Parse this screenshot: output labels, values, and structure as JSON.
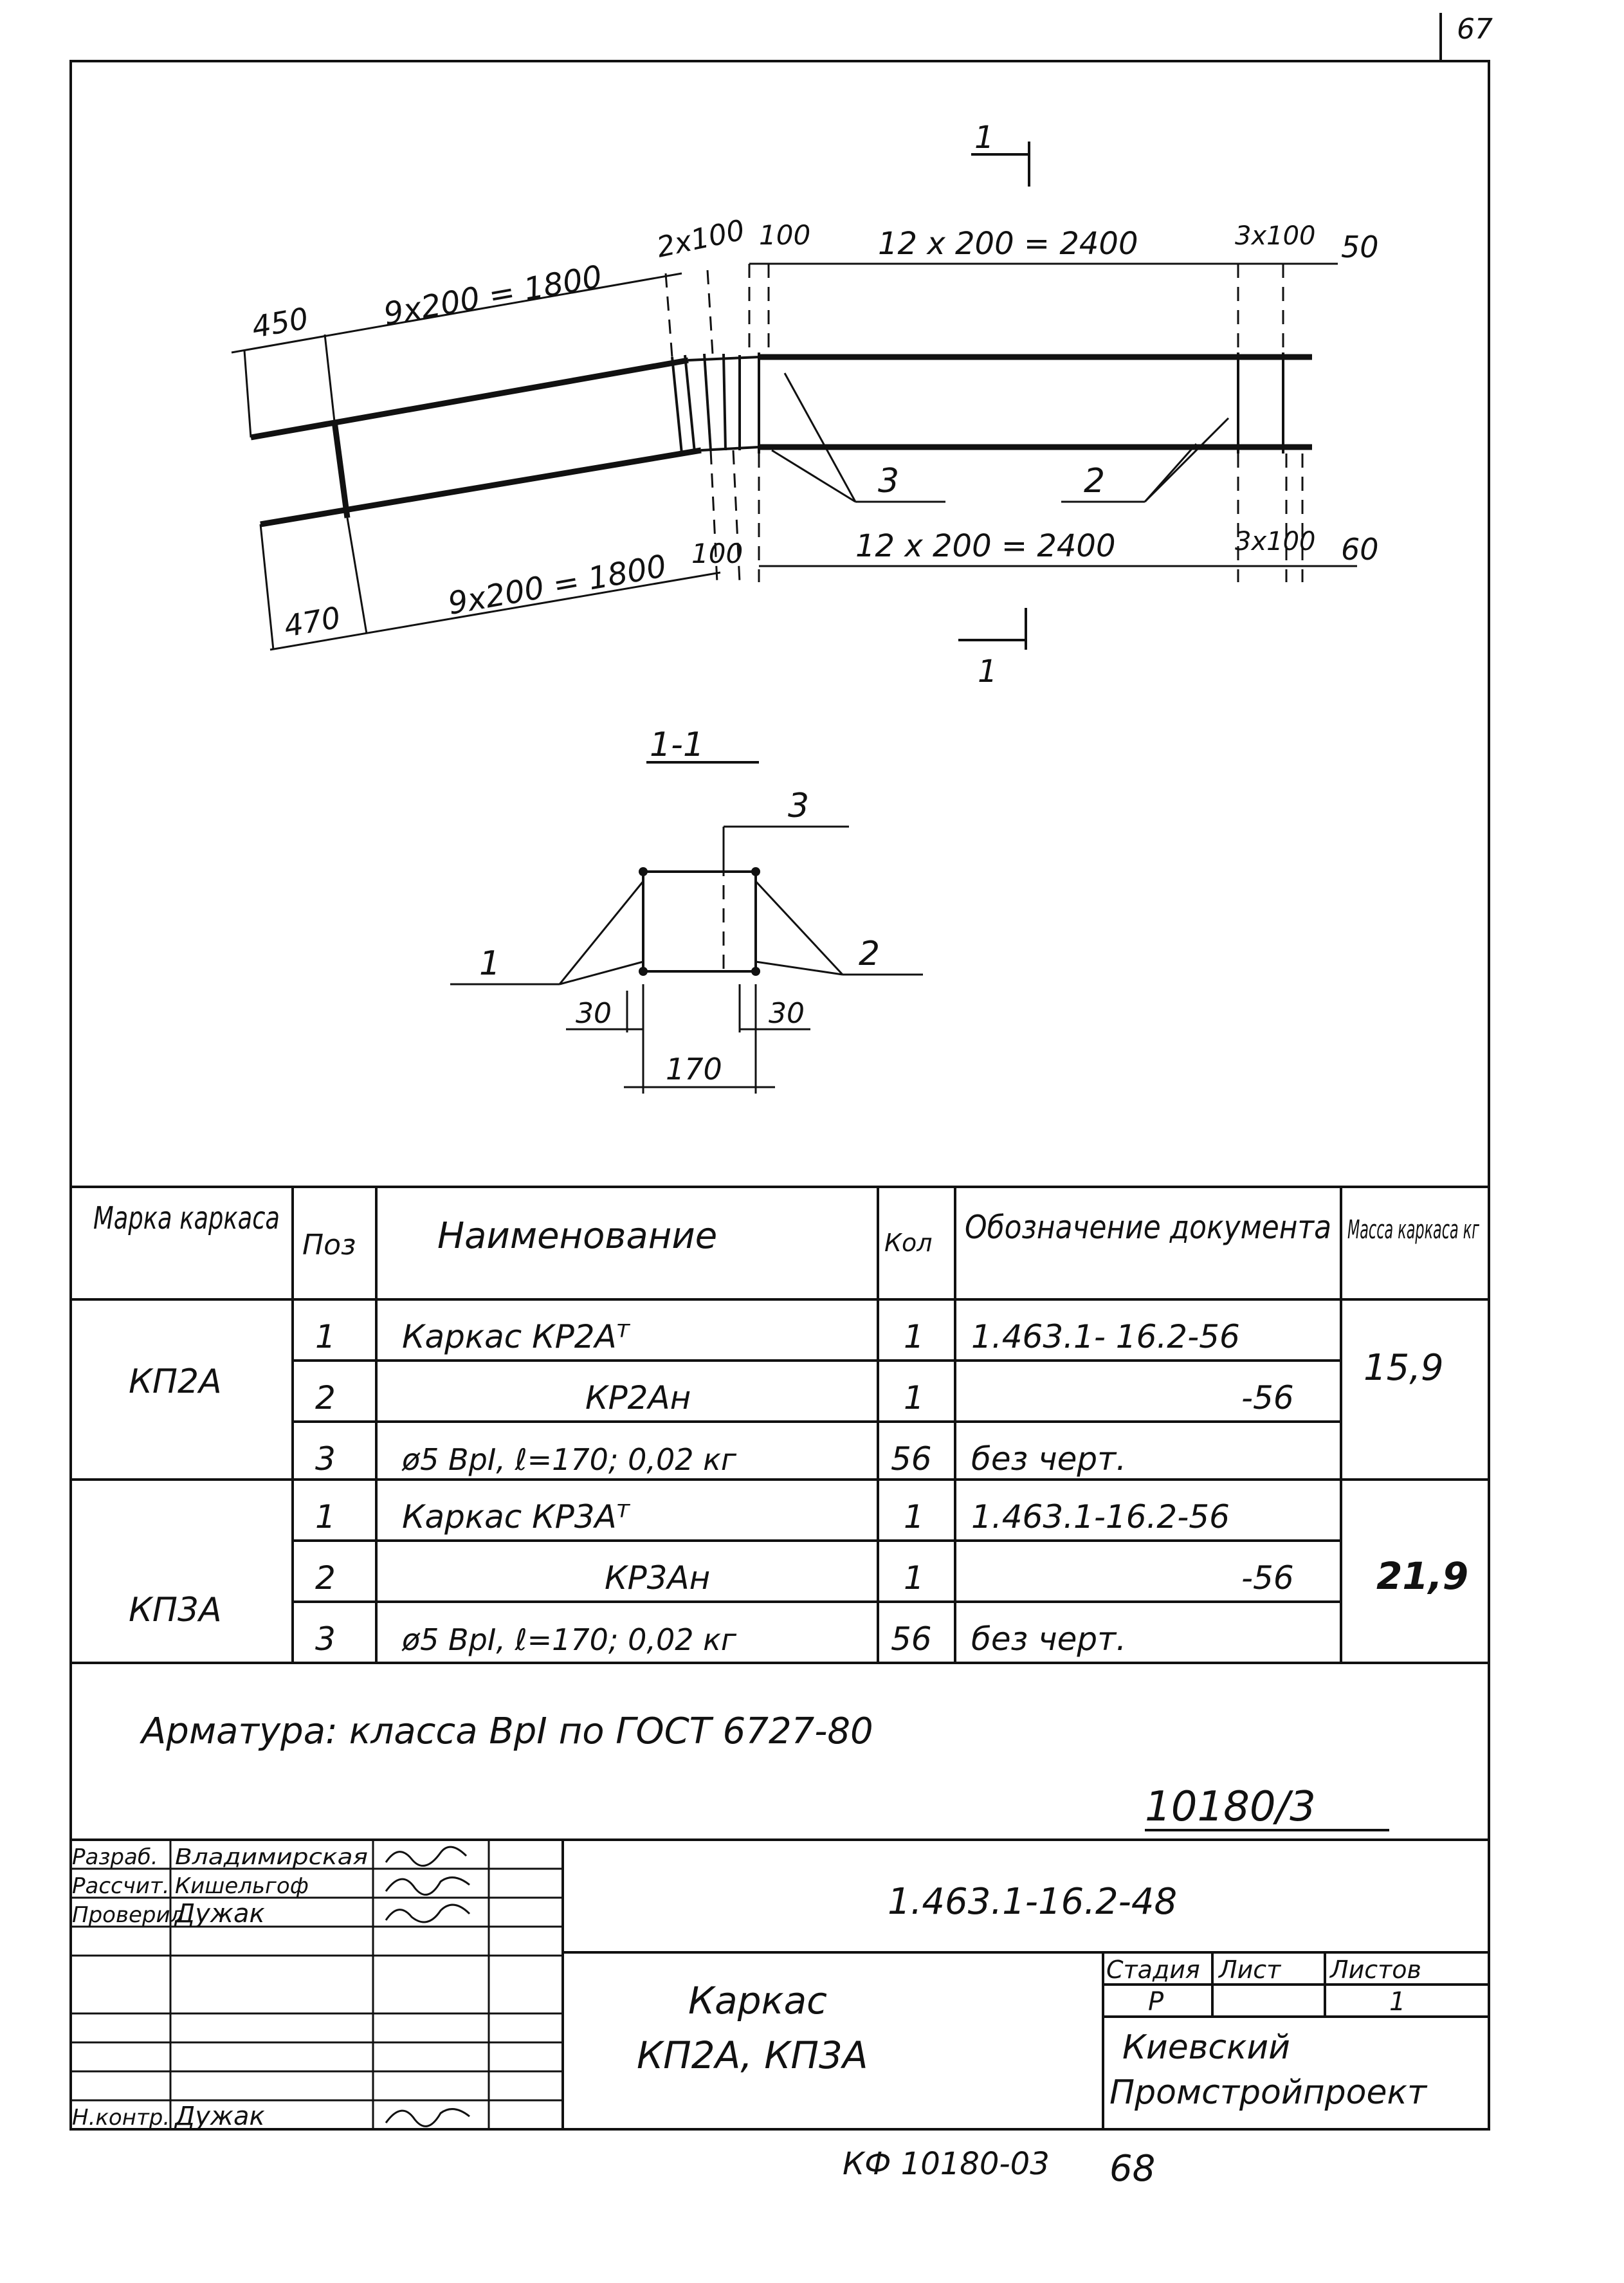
{
  "sheet_corner_number": "67",
  "plan": {
    "section_mark": "1",
    "top_dims": [
      "450",
      "9x200 = 1800",
      "2x100",
      "100",
      "12 x 200 = 2400",
      "3x100",
      "50"
    ],
    "bottom_dims": [
      "470",
      "9x200 = 1800",
      "100",
      "12 x 200 = 2400",
      "3x100",
      "60"
    ],
    "callouts": [
      "3",
      "2"
    ]
  },
  "section": {
    "title": "1-1",
    "callouts": [
      "3",
      "1",
      "2"
    ],
    "dims": [
      "30",
      "30",
      "170"
    ]
  },
  "spec_table": {
    "headers": [
      "Марка каркаса",
      "Поз",
      "Наименование",
      "Кол",
      "Обозначение документа",
      "Масса каркаса кг"
    ],
    "groups": [
      {
        "mark": "КП2А",
        "mass": "15,9",
        "rows": [
          {
            "pos": "1",
            "name": "Каркас КР2Аᵀ",
            "qty": "1",
            "doc": "1.463.1- 16.2-56"
          },
          {
            "pos": "2",
            "name": "КР2Ан",
            "qty": "1",
            "doc": "-56"
          },
          {
            "pos": "3",
            "name": "ø5 ВрI, ℓ=170; 0,02 кг",
            "qty": "56",
            "doc": "без черт."
          }
        ]
      },
      {
        "mark": "КП3А",
        "mass": "21,9",
        "rows": [
          {
            "pos": "1",
            "name": "Каркас КР3Аᵀ",
            "qty": "1",
            "doc": "1.463.1-16.2-56"
          },
          {
            "pos": "2",
            "name": "КР3Ан",
            "qty": "1",
            "doc": "-56"
          },
          {
            "pos": "3",
            "name": "ø5 ВрI, ℓ=170; 0,02 кг",
            "qty": "56",
            "doc": "без черт."
          }
        ]
      }
    ]
  },
  "note": "Арматура: класса ВрI по ГОСТ 6727-80",
  "inventory_number": "10180/3",
  "title_block": {
    "signatures": [
      {
        "role": "Разраб.",
        "name": "Владимирская"
      },
      {
        "role": "Рассчит.",
        "name": "Кишельгоф"
      },
      {
        "role": "Проверил",
        "name": "Дужак"
      },
      {
        "role": "Н.контр.",
        "name": "Дужак"
      }
    ],
    "document_code": "1.463.1-16.2-48",
    "drawing_title_line1": "Каркас",
    "drawing_title_line2": "КП2А, КП3А",
    "stage_header": "Стадия",
    "sheet_header": "Лист",
    "sheets_header": "Листов",
    "stage": "Р",
    "sheet": "",
    "sheets": "1",
    "organization_line1": "Киевский",
    "organization_line2": "Промстройпроект"
  },
  "footer": {
    "archive_code": "КФ 10180-03",
    "page_number": "68"
  }
}
